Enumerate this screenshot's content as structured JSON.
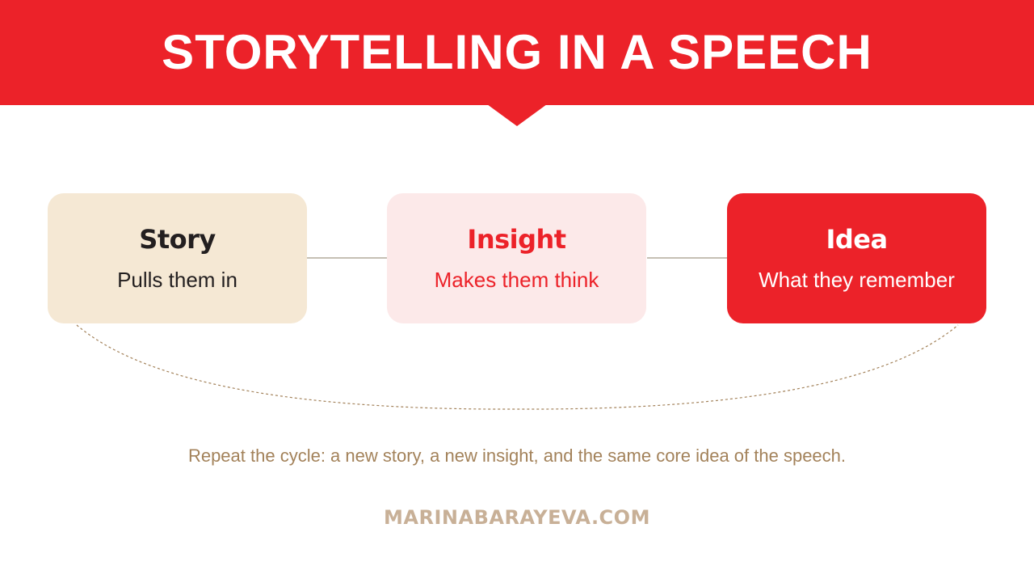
{
  "header": {
    "title": "STORYTELLING IN A SPEECH"
  },
  "cards": [
    {
      "heading": "Story",
      "subtitle": "Pulls them in"
    },
    {
      "heading": "Insight",
      "subtitle": "Makes them think"
    },
    {
      "heading": "Idea",
      "subtitle": "What they remember"
    }
  ],
  "caption": "Repeat the cycle: a new story, a new insight, and the same core idea of the speech.",
  "footer": "MARINABARAYEVA.COM",
  "colors": {
    "accent_red": "#ec2229",
    "story_bg": "#f5e8d4",
    "insight_bg": "#fce9e9",
    "caption_brown": "#a3825a",
    "footer_tan": "#c8b097"
  }
}
